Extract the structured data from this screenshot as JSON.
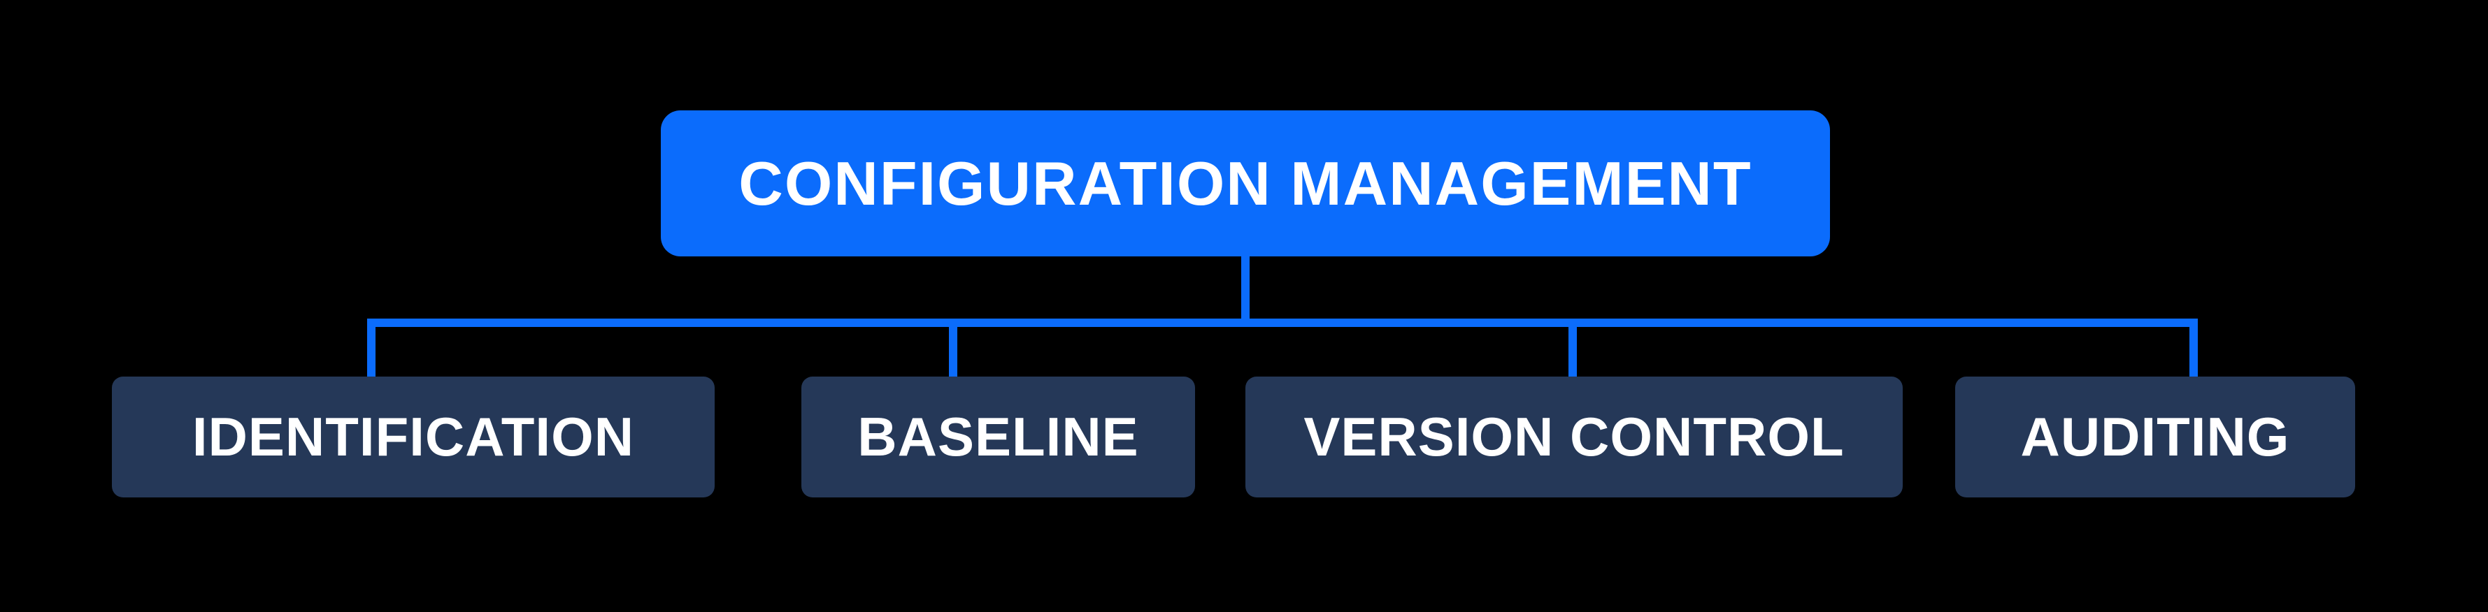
{
  "root": {
    "label": "CONFIGURATION MANAGEMENT"
  },
  "children": [
    {
      "label": "IDENTIFICATION"
    },
    {
      "label": "BASELINE"
    },
    {
      "label": "VERSION CONTROL"
    },
    {
      "label": "AUDITING"
    }
  ],
  "colors": {
    "background": "#000000",
    "root_box": "#0b6cfc",
    "child_box": "#253858",
    "connector": "#0b6cfc",
    "text": "#ffffff"
  }
}
